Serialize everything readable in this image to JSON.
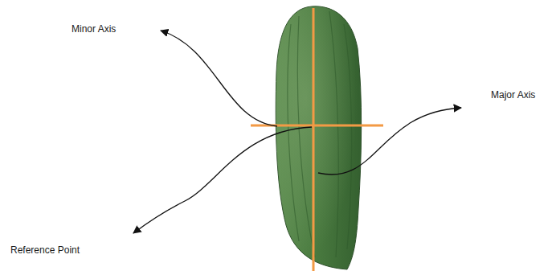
{
  "diagram": {
    "labels": [
      "Minor Axis",
      "Major Axis",
      "Reference Point"
    ]
  }
}
